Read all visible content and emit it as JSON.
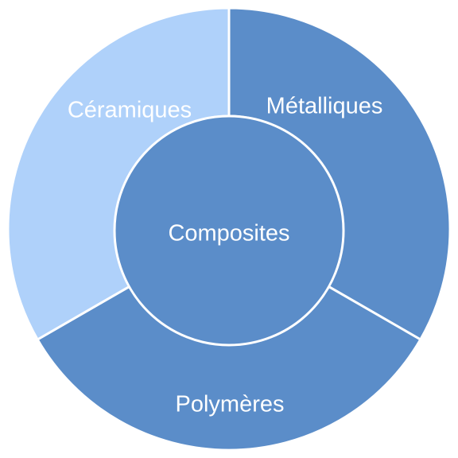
{
  "diagram": {
    "center": {
      "label": "Composites",
      "color": "#5B8DC9"
    },
    "segments": [
      {
        "key": "metalliques",
        "label": "Métalliques",
        "color": "#5B8DC9"
      },
      {
        "key": "polymeres",
        "label": "Polymères",
        "color": "#5B8DC9"
      },
      {
        "key": "ceramiques",
        "label": "Céramiques",
        "color": "#AFD1FA"
      }
    ],
    "divider_color": "#ffffff"
  }
}
